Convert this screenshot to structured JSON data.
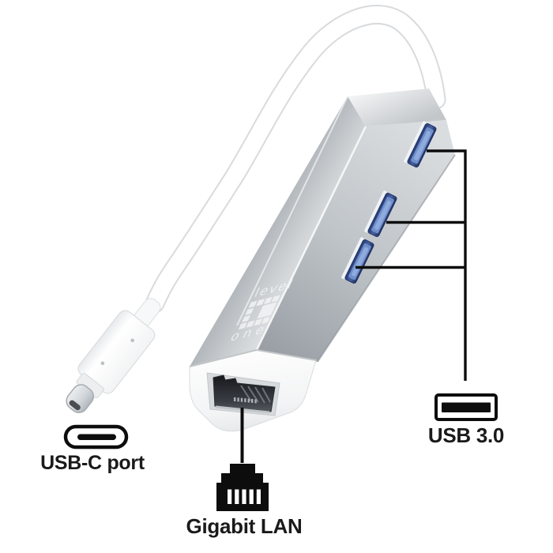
{
  "device": {
    "logo": {
      "word_top": "level",
      "word_bottom": "one"
    },
    "visible_usb3_ports": 3
  },
  "labels": {
    "usb_c": "USB-C port",
    "lan": "Gigabit LAN",
    "usb3": "USB 3.0"
  },
  "icons": {
    "usb_c": "usb-c-connector-icon",
    "lan": "rj45-plug-icon",
    "usb3": "usb-a-port-icon"
  },
  "colors": {
    "background": "#ffffff",
    "annotation": "#0d0d0d",
    "label_text": "#1a1a1a",
    "port_blue": "#40599c",
    "port_blue_light": "#7e9cd3",
    "aluminum_light": "#e9ebec",
    "aluminum_dark": "#9ba1a7",
    "cable_white": "#ffffff",
    "end_cap_white": "#fbfcfc"
  }
}
